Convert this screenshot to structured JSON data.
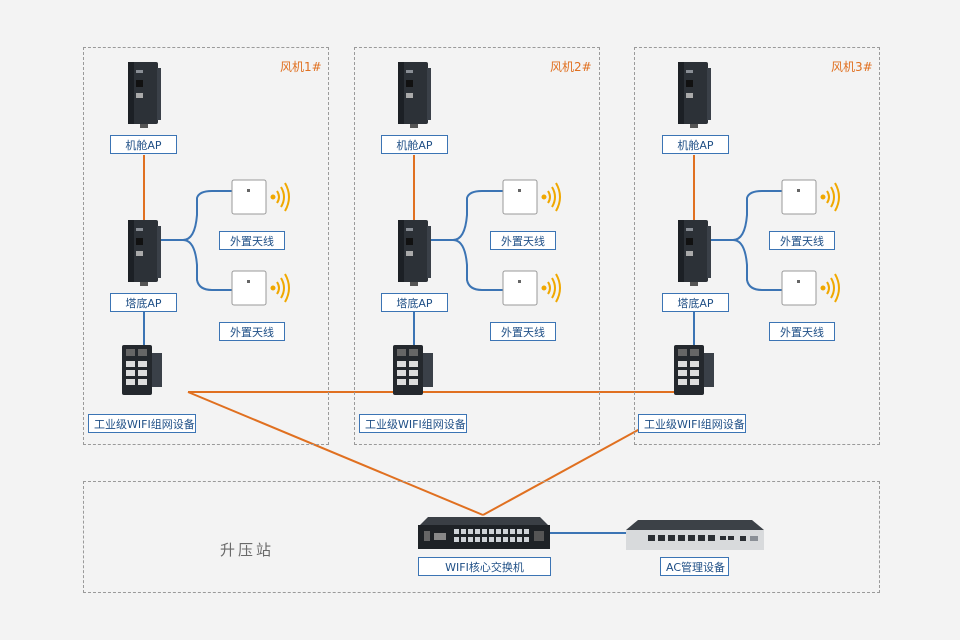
{
  "zones": [
    {
      "title": "风机1#",
      "cabin_ap": "机舱AP",
      "tower_ap": "塔底AP",
      "antenna1": "外置天线",
      "antenna2": "外置天线",
      "switch": "工业级WIFI组网设备"
    },
    {
      "title": "风机2#",
      "cabin_ap": "机舱AP",
      "tower_ap": "塔底AP",
      "antenna1": "外置天线",
      "antenna2": "外置天线",
      "switch": "工业级WIFI组网设备"
    },
    {
      "title": "风机3#",
      "cabin_ap": "机舱AP",
      "tower_ap": "塔底AP",
      "antenna1": "外置天线",
      "antenna2": "外置天线",
      "switch": "工业级WIFI组网设备"
    }
  ],
  "substation": {
    "title": "升压站",
    "core_switch": "WIFI核心交换机",
    "ac_device": "AC管理设备"
  },
  "colors": {
    "fiber": "#e07020",
    "ethernet": "#3b74b4",
    "label_border": "#3b74b4"
  }
}
